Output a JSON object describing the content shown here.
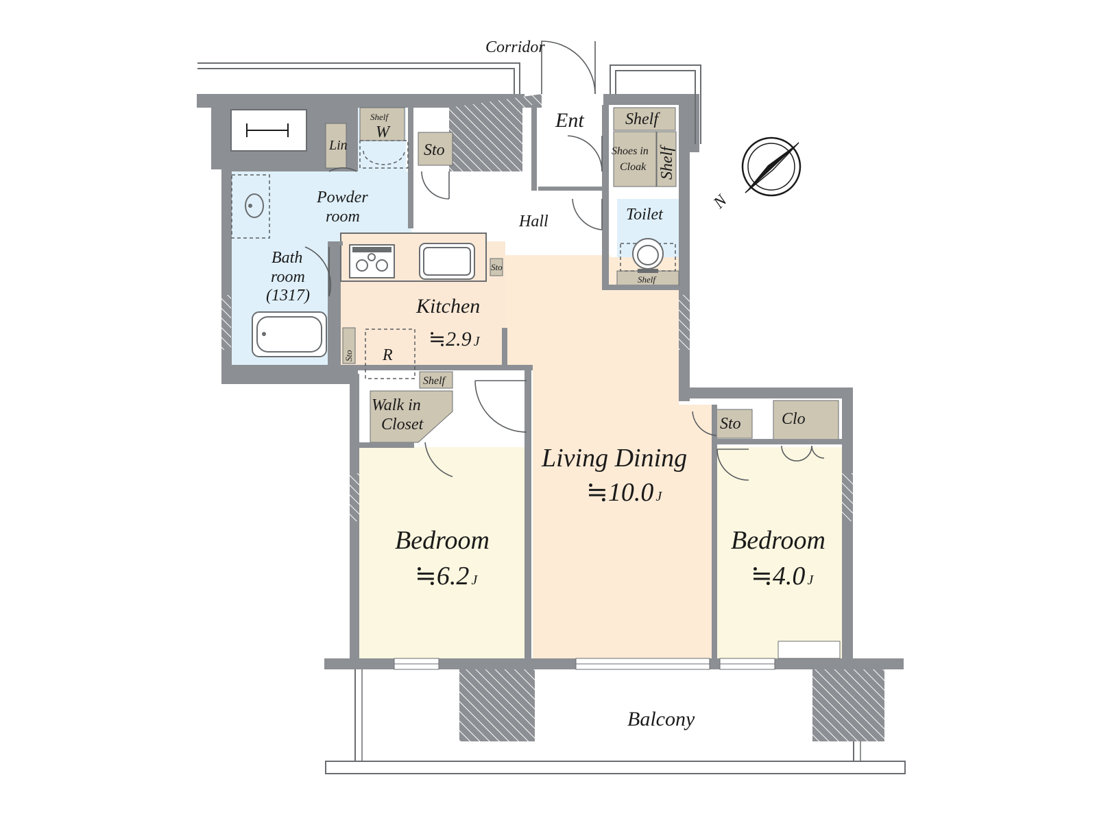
{
  "colors": {
    "wall": "#8c8f93",
    "wet_area": "#dff0fa",
    "kitchen_floor": "#fbe9d6",
    "living_floor": "#fdebd6",
    "bedroom_floor": "#fbf7e0",
    "storage": "#cdc6b3",
    "balcony": "#ffffff"
  },
  "labels": {
    "corridor": "Corridor",
    "entrance": "Ent",
    "shelf_ent": "Shelf",
    "shoes_in_cloak_1": "Shoes in",
    "shoes_in_cloak_2": "Cloak",
    "shelf_vertical": "Shelf",
    "hall": "Hall",
    "toilet": "Toilet",
    "shelf_toilet": "Shelf",
    "lin": "Lin",
    "shelf_w": "Shelf",
    "washer": "W",
    "sto_top": "Sto",
    "powder_room_1": "Powder",
    "powder_room_2": "room",
    "bath_1": "Bath",
    "bath_2": "room",
    "bath_3": "(1317)",
    "sto_kitchen": "Sto",
    "sto_small": "Sto",
    "refrigerator": "R",
    "shelf_wic": "Shelf",
    "walk_in_1": "Walk in",
    "walk_in_2": "Closet",
    "sto_bed2": "Sto",
    "clo": "Clo",
    "balcony": "Balcony",
    "north": "N"
  },
  "rooms": {
    "kitchen": {
      "name": "Kitchen",
      "area": "≒2.9",
      "unit": "J"
    },
    "living": {
      "name": "Living Dining",
      "area": "≒10.0",
      "unit": "J"
    },
    "bedroom1": {
      "name": "Bedroom",
      "area": "≒6.2",
      "unit": "J"
    },
    "bedroom2": {
      "name": "Bedroom",
      "area": "≒4.0",
      "unit": "J"
    }
  },
  "icons": {
    "compass": "compass-icon",
    "stove": "stove-icon",
    "sink": "sink-icon",
    "bathtub": "bathtub-icon",
    "toilet_bowl": "toilet-icon",
    "washbasin": "washbasin-icon"
  }
}
